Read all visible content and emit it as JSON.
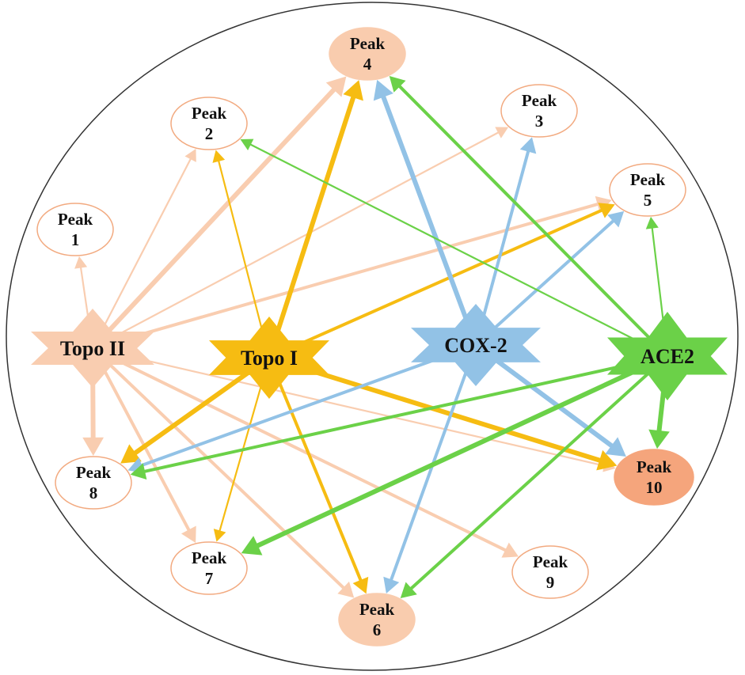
{
  "colors": {
    "topo2": "#f9cdb0",
    "topo1": "#f6bc12",
    "cox2": "#92c2e6",
    "ace2": "#6bd148",
    "peak_border": "#f2aa80",
    "peak_fill_light": "#f9ccae",
    "peak_fill_dark": "#f5a57c",
    "outline": "#333333"
  },
  "targets": [
    {
      "id": "topo2",
      "label": "Topo II",
      "color": "#f9cdb0"
    },
    {
      "id": "topo1",
      "label": "Topo I",
      "color": "#f6bc12"
    },
    {
      "id": "cox2",
      "label": "COX-2",
      "color": "#92c2e6"
    },
    {
      "id": "ace2",
      "label": "ACE2",
      "color": "#6bd148"
    }
  ],
  "peaks": [
    {
      "id": "p1",
      "line1": "Peak",
      "line2": "1",
      "fill": "none"
    },
    {
      "id": "p2",
      "line1": "Peak",
      "line2": "2",
      "fill": "none"
    },
    {
      "id": "p3",
      "line1": "Peak",
      "line2": "3",
      "fill": "none"
    },
    {
      "id": "p4",
      "line1": "Peak",
      "line2": "4",
      "fill": "light"
    },
    {
      "id": "p5",
      "line1": "Peak",
      "line2": "5",
      "fill": "none"
    },
    {
      "id": "p6",
      "line1": "Peak",
      "line2": "6",
      "fill": "light"
    },
    {
      "id": "p7",
      "line1": "Peak",
      "line2": "7",
      "fill": "none"
    },
    {
      "id": "p8",
      "line1": "Peak",
      "line2": "8",
      "fill": "none"
    },
    {
      "id": "p9",
      "line1": "Peak",
      "line2": "9",
      "fill": "none"
    },
    {
      "id": "p10",
      "line1": "Peak",
      "line2": "10",
      "fill": "dark"
    }
  ],
  "edges": [
    {
      "from": "topo2",
      "to": "p1",
      "weight": 1
    },
    {
      "from": "topo2",
      "to": "p2",
      "weight": 1
    },
    {
      "from": "topo2",
      "to": "p3",
      "weight": 1
    },
    {
      "from": "topo2",
      "to": "p4",
      "weight": 3
    },
    {
      "from": "topo2",
      "to": "p5",
      "weight": 2
    },
    {
      "from": "topo2",
      "to": "p6",
      "weight": 2
    },
    {
      "from": "topo2",
      "to": "p7",
      "weight": 2
    },
    {
      "from": "topo2",
      "to": "p8",
      "weight": 3
    },
    {
      "from": "topo2",
      "to": "p9",
      "weight": 2
    },
    {
      "from": "topo2",
      "to": "p10",
      "weight": 1
    },
    {
      "from": "topo1",
      "to": "p2",
      "weight": 1
    },
    {
      "from": "topo1",
      "to": "p4",
      "weight": 3
    },
    {
      "from": "topo1",
      "to": "p5",
      "weight": 2
    },
    {
      "from": "topo1",
      "to": "p6",
      "weight": 2
    },
    {
      "from": "topo1",
      "to": "p7",
      "weight": 1
    },
    {
      "from": "topo1",
      "to": "p8",
      "weight": 3
    },
    {
      "from": "topo1",
      "to": "p10",
      "weight": 3
    },
    {
      "from": "cox2",
      "to": "p3",
      "weight": 2
    },
    {
      "from": "cox2",
      "to": "p4",
      "weight": 3
    },
    {
      "from": "cox2",
      "to": "p5",
      "weight": 2
    },
    {
      "from": "cox2",
      "to": "p6",
      "weight": 2
    },
    {
      "from": "cox2",
      "to": "p8",
      "weight": 2
    },
    {
      "from": "cox2",
      "to": "p10",
      "weight": 3
    },
    {
      "from": "ace2",
      "to": "p2",
      "weight": 1
    },
    {
      "from": "ace2",
      "to": "p4",
      "weight": 2
    },
    {
      "from": "ace2",
      "to": "p5",
      "weight": 1
    },
    {
      "from": "ace2",
      "to": "p6",
      "weight": 2
    },
    {
      "from": "ace2",
      "to": "p7",
      "weight": 3
    },
    {
      "from": "ace2",
      "to": "p8",
      "weight": 2
    },
    {
      "from": "ace2",
      "to": "p10",
      "weight": 3
    }
  ]
}
